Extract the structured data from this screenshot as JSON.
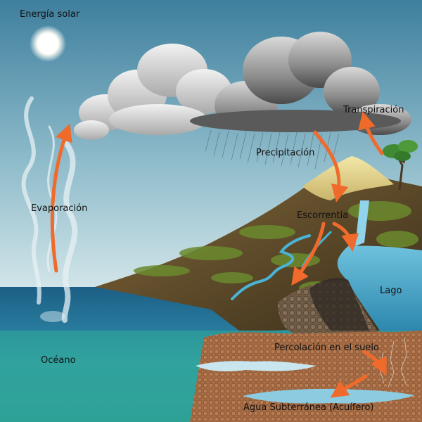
{
  "labels": {
    "solar_energy": "Energía solar",
    "evaporation": "Evaporación",
    "transpiration": "Transpiración",
    "precipitation": "Precipitación",
    "runoff": "Escorrentia",
    "lake": "Lago",
    "ocean": "Océano",
    "percolation": "Percolación en el suelo",
    "groundwater": "Agua Subterránea (Acuífero)"
  },
  "colors": {
    "arrow": "#f06a2c",
    "sky_top": "#3e7f9d",
    "sky_bottom": "#cfe3e8",
    "ocean": "#1f6f93",
    "lake": "#4aa6c8",
    "soil": "#a56b43"
  }
}
